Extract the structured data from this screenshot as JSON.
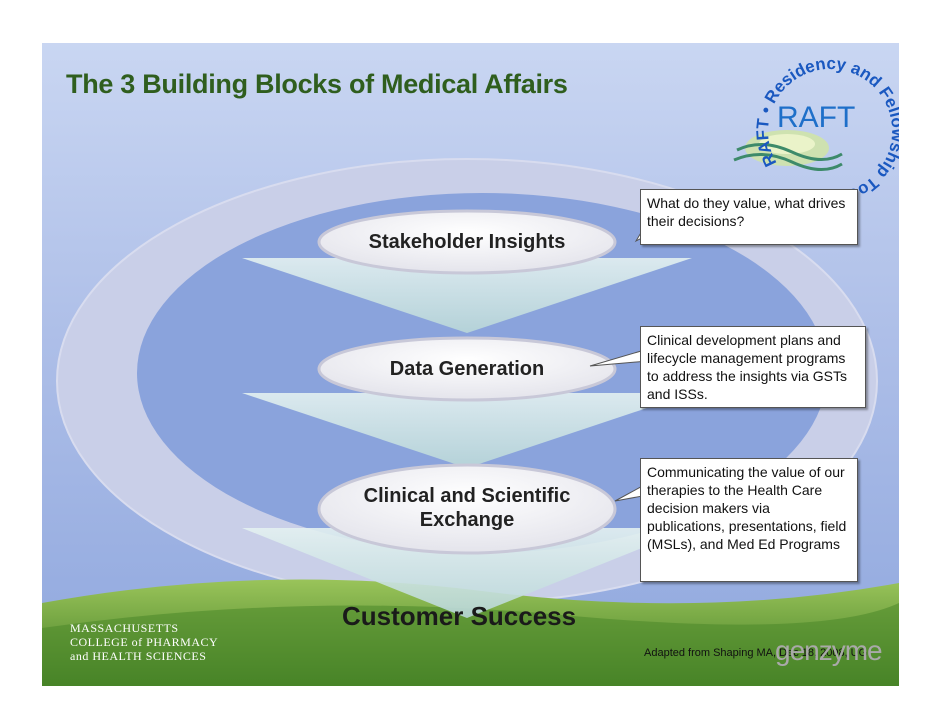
{
  "slide": {
    "title": "The 3 Building Blocks of Medical Affairs"
  },
  "logo_raft": {
    "center_text": "RAFT",
    "ring_text": "Residency and Fellowship Toolkit",
    "ring_prefix": "RAFT"
  },
  "blocks": [
    {
      "label": "Stakeholder Insights",
      "callout": "What do they value, what drives their decisions?"
    },
    {
      "label": "Data Generation",
      "callout": "Clinical development plans and lifecycle management programs to address the insights via GSTs and ISSs."
    },
    {
      "label_line1": "Clinical and Scientific",
      "label_line2": "Exchange",
      "callout": "Communicating the value of our therapies to the Health Care decision makers via publications, presentations, field (MSLs), and Med Ed Programs"
    }
  ],
  "outcome": "Customer Success",
  "credit": "Adapted from Shaping MA, Dec 18, 2008, UG",
  "logo_company": "genzyme",
  "logo_college": {
    "line1": "MASSACHUSETTS",
    "line2": "COLLEGE of PHARMACY",
    "line3": "and HEALTH SCIENCES"
  },
  "colors": {
    "title": "#2f5e1e",
    "background": "#aebfe8",
    "ellipse_ring": "#c4cbe6",
    "chevron": "#cfe6e6",
    "grass": "#6fa33a"
  }
}
